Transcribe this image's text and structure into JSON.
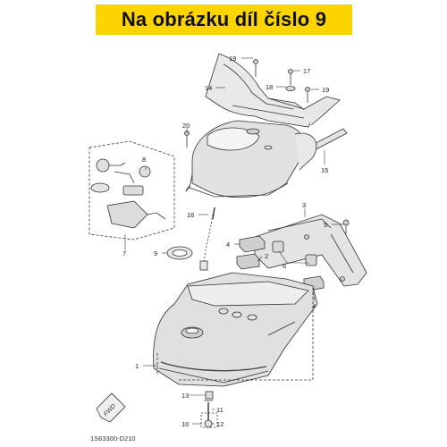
{
  "header": {
    "title": "Na obrázku díl číslo 9",
    "highlight_color": "#fcd400"
  },
  "diagram": {
    "callouts": {
      "c1": "1",
      "c2": "2",
      "c3": "3",
      "c4a": "4",
      "c4b": "4",
      "c5": "5",
      "c6": "6",
      "c7": "7",
      "c8": "8",
      "c9": "9",
      "c10": "10",
      "c11": "11",
      "c12": "12",
      "c13": "13",
      "c14": "14",
      "c15": "15",
      "c16": "16",
      "c17": "17",
      "c18": "18",
      "c19a": "19",
      "c19b": "19",
      "c20": "20"
    },
    "direction_label": "FWD",
    "drawing_code": "1S63300-D210"
  }
}
